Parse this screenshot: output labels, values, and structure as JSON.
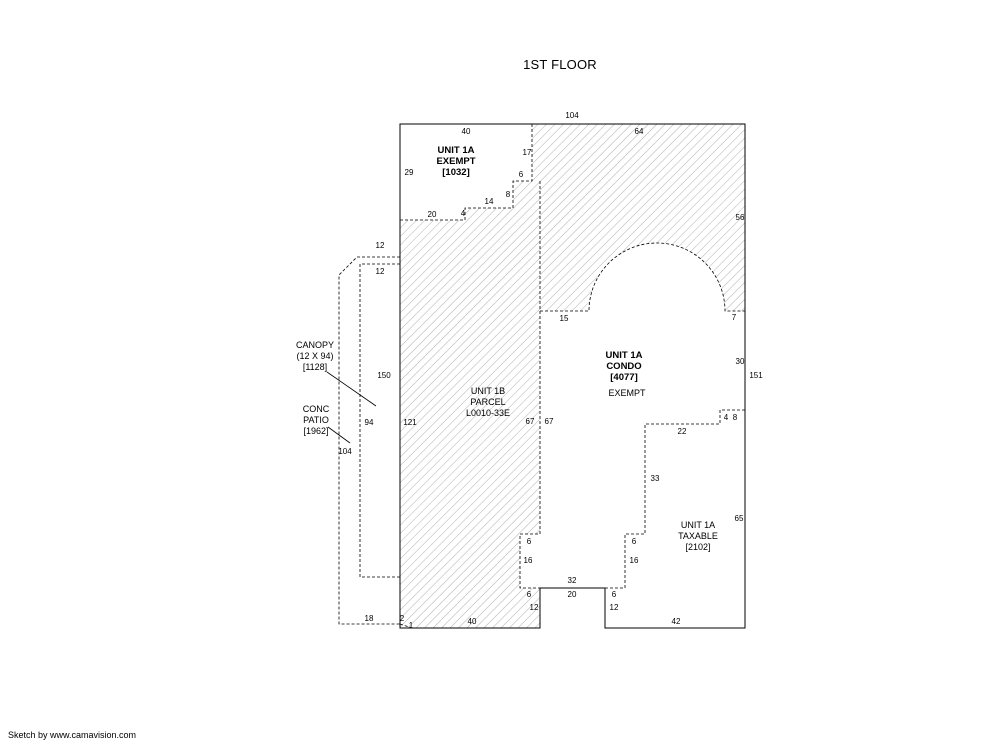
{
  "title": "1ST FLOOR",
  "footer": "Sketch by www.camavision.com",
  "labels": {
    "unit1a_exempt": [
      "UNIT 1A",
      "EXEMPT",
      "[1032]"
    ],
    "unit1a_condo": [
      "UNIT 1A",
      "CONDO",
      "[4077]"
    ],
    "exempt": "EXEMPT",
    "unit1b_parcel": [
      "UNIT 1B",
      "PARCEL",
      "L0010-33E"
    ],
    "unit1a_taxable": [
      "UNIT 1A",
      "TAXABLE",
      "[2102]"
    ],
    "canopy": [
      "CANOPY",
      "(12 X 94)",
      "[1128]"
    ],
    "conc_patio": [
      "CONC",
      "PATIO",
      "[1962]"
    ]
  },
  "dims": {
    "top_total": "104",
    "top_left": "40",
    "top_right": "64",
    "exempt_left": "29",
    "step_17": "17",
    "step_6a": "6",
    "step_8": "8",
    "step_14": "14",
    "step_4a": "4",
    "step_20a": "20",
    "right_56": "56",
    "canopy_top": "12",
    "canopy_inner": "12",
    "canopy_len": "150",
    "canopy_94": "94",
    "patio_104": "104",
    "left_121": "121",
    "curve_15": "15",
    "right_7": "7",
    "right_30": "30",
    "right_151": "151",
    "mid_67a": "67",
    "mid_67b": "67",
    "right_4": "4",
    "right_8": "8",
    "mid_22": "22",
    "mid_33": "33",
    "right_65": "65",
    "notch_6a": "6",
    "notch_16a": "16",
    "notch_6b": "6",
    "notch_16b": "16",
    "notch_32": "32",
    "notch_6c": "6",
    "notch_12a": "12",
    "notch_20": "20",
    "notch_6d": "6",
    "notch_12b": "12",
    "bottom_18": "18",
    "bottom_2": "2",
    "bottom_1": "1",
    "bottom_40": "40",
    "bottom_42": "42"
  }
}
